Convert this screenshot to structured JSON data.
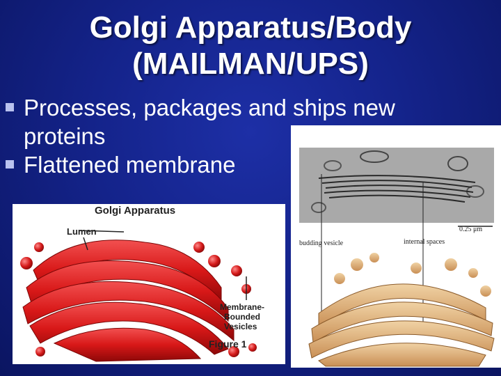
{
  "slide": {
    "title_line1": "Golgi Apparatus/Body",
    "title_line2": "(MAILMAN/UPS)",
    "bullets": [
      {
        "line1": "Processes, packages and ships new",
        "line2": "proteins"
      },
      {
        "line1": "Flattened membrane",
        "line2": ""
      }
    ]
  },
  "left_figure": {
    "title": "Golgi Apparatus",
    "lumen_label": "Lumen",
    "vesicles_label_1": "Membrane-",
    "vesicles_label_2": "Bounded",
    "vesicles_label_3": "Vesicles",
    "caption": "Figure 1"
  },
  "right_figure": {
    "scale_label": "0.25 μm",
    "budding_label": "budding vesicle",
    "internal_label": "internal spaces"
  },
  "colors": {
    "background": "#14238a",
    "title_text": "#ffffff",
    "bullet_marker": "#b9c2ef",
    "golgi_red": "#d91c1c"
  }
}
